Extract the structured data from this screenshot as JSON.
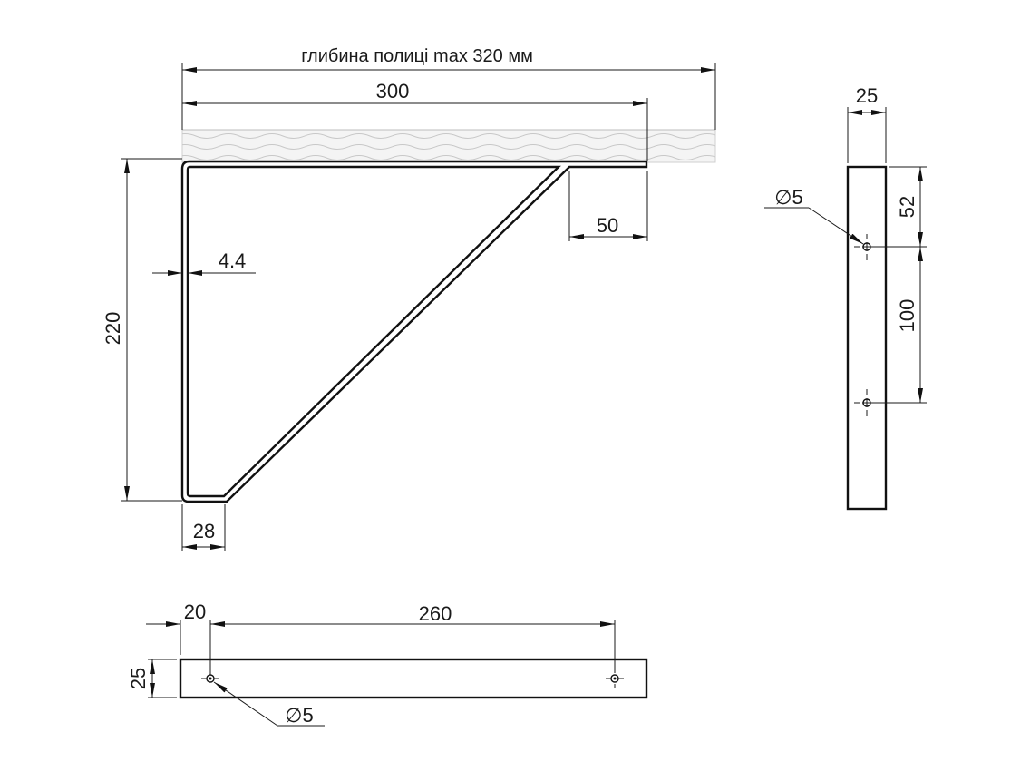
{
  "drawing": {
    "title": "Shelf bracket technical drawing",
    "colors": {
      "line": "#111111",
      "shelf_fill": "#f2f2f2",
      "shelf_grain": "#c8c8c8",
      "background": "#ffffff"
    },
    "front_view": {
      "shelf_depth_label": "глибина полиці max 320 мм",
      "width_300": "300",
      "height_220": "220",
      "thickness_4_4": "4.4",
      "top_overhang_50": "50",
      "bottom_foot_28": "28"
    },
    "side_view": {
      "width_25": "25",
      "hole_top_offset_52": "52",
      "hole_spacing_100": "100",
      "hole_diameter": "∅5"
    },
    "top_view": {
      "edge_offset_20": "20",
      "hole_spacing_260": "260",
      "height_25": "25",
      "hole_diameter": "∅5"
    }
  }
}
